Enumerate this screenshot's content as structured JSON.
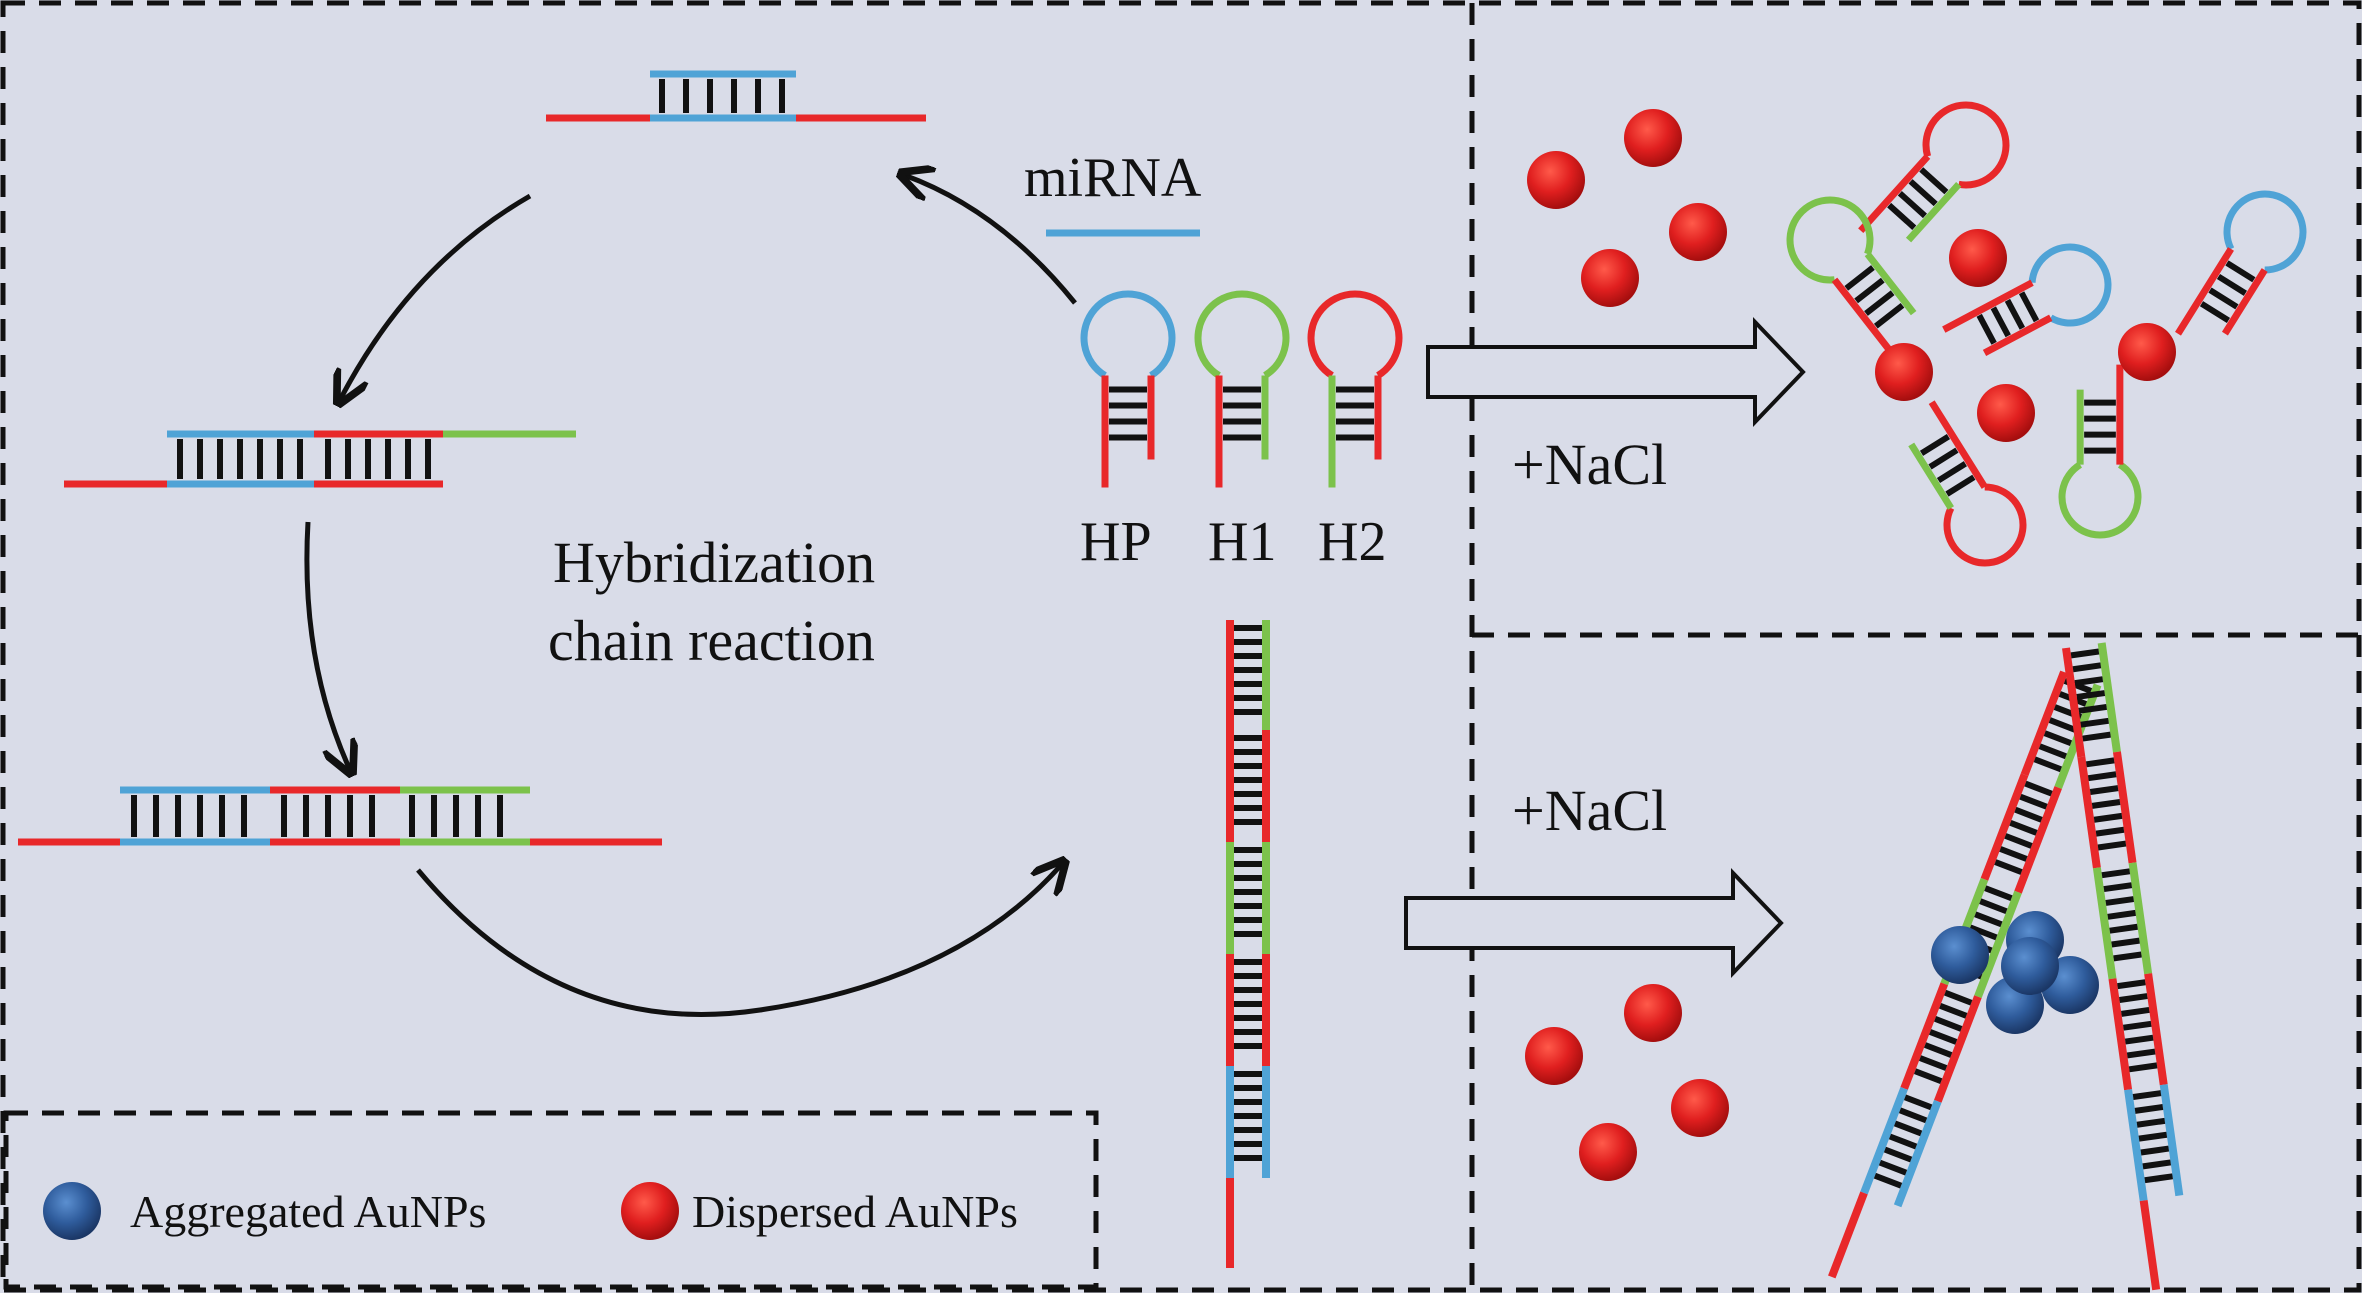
{
  "labels": {
    "mirna": "miRNA",
    "hp": "HP",
    "h1": "H1",
    "h2": "H2",
    "hcr_line1": "Hybridization",
    "hcr_line2": "chain reaction",
    "nacl_top": "+NaCl",
    "nacl_bottom": "+NaCl"
  },
  "legend": {
    "aggregated": "Aggregated AuNPs",
    "dispersed": "Dispersed AuNPs"
  },
  "colors": {
    "background": "#d9dce8",
    "red_strand": "#e8282a",
    "blue_strand": "#4fa3d6",
    "green_strand": "#7cc24b",
    "rung": "#111111",
    "dispersed_aunp": "#e01f1f",
    "aggregated_aunp": "#2f5c9c"
  }
}
